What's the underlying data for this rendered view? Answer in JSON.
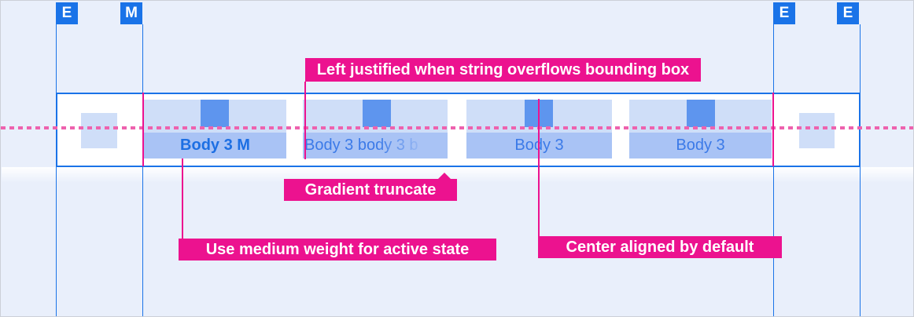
{
  "colors": {
    "background": "#e9effb",
    "guide_blue": "#1a73e8",
    "accent_magenta": "#ec128f",
    "dashed_pink": "#ee62ae",
    "tab_block_light": "#cfdef8",
    "tab_strip": "#a9c3f5",
    "tab_square": "#5e95ee",
    "active_text": "#1d6fe3",
    "inactive_text": "#3b7ae8"
  },
  "spacing_markers": [
    {
      "label": "E"
    },
    {
      "label": "M"
    },
    {
      "label": "E"
    },
    {
      "label": "E"
    }
  ],
  "tabbar": {
    "tabs": [
      {
        "label": "Body 3 M",
        "state": "active",
        "alignment": "center",
        "weight": "medium"
      },
      {
        "label": "Body 3 body 3 b",
        "state": "default",
        "alignment": "left",
        "truncation": "gradient"
      },
      {
        "label": "Body 3",
        "state": "default",
        "alignment": "center"
      },
      {
        "label": "Body 3",
        "state": "default",
        "alignment": "center"
      }
    ]
  },
  "annotations": {
    "left_justified": "Left justified when string overflows bounding box",
    "gradient_truncate": "Gradient truncate",
    "medium_weight": "Use medium weight for active state",
    "center_aligned": "Center aligned by default"
  }
}
